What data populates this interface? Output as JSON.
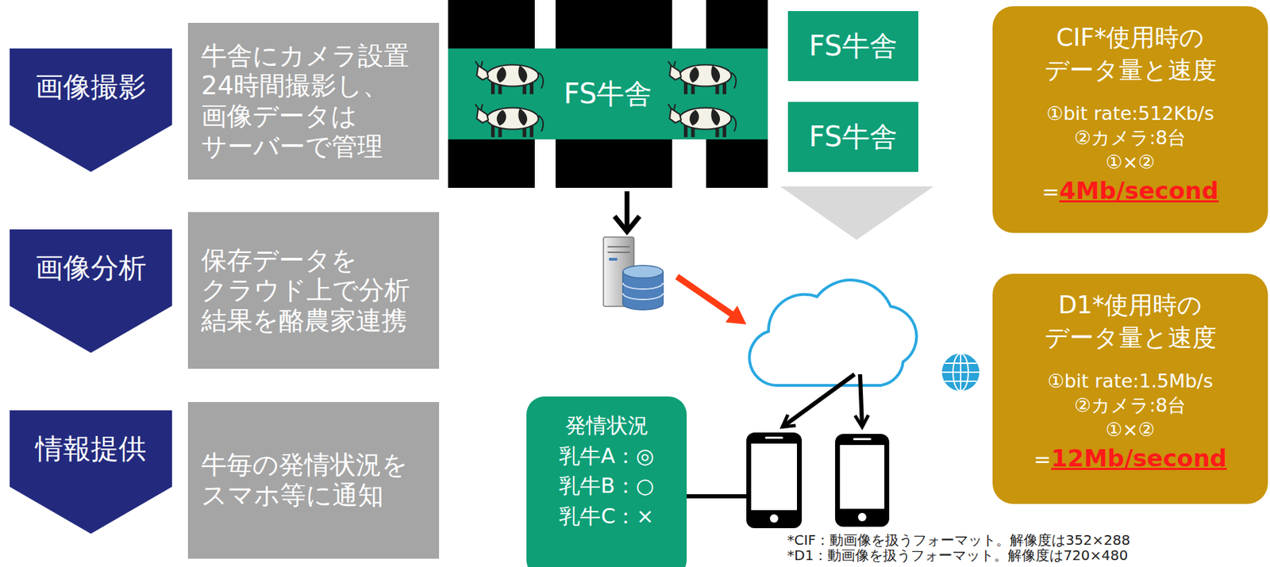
{
  "diagram": {
    "nodes": [
      {
        "text": [
          "画像撮影"
        ]
      },
      {
        "text": [
          "牛舎にカメラ設置 24時間撮影し、 画像データは サーバーで管理"
        ]
      },
      {
        "text": [
          "画像分析"
        ]
      },
      {
        "text": [
          "保存データを クラウド上で分析 結果を酪農家連携"
        ]
      },
      {
        "text": [
          "情報提供"
        ]
      },
      {
        "text": [
          "牛毎の発情状況を スマホ等に通知"
        ]
      },
      {
        "text": [
          "FS牛舎"
        ]
      },
      {
        "text": [
          "FS牛舎"
        ]
      },
      {
        "text": [
          "FS牛舎"
        ]
      },
      {
        "text": [
          "CIF*使用時の データ量と速度",
          "①bit rate:512Kb/s",
          "②カメラ:8台",
          "①×②",
          "=",
          "4Mb/second"
        ]
      },
      {
        "text": [
          "D1*使用時の データ量と速度",
          "①bit rate:1.5Mb/s",
          "②カメラ:8台",
          "①×②",
          "=",
          "12Mb/second"
        ]
      },
      {
        "text": [
          "発情状況",
          "乳牛A：◎",
          "乳牛B：○",
          "乳牛C：×"
        ]
      }
    ],
    "labels": [
      "*CIF：動画像を扱うフォーマット。解像度は352×288",
      "*D1：動画像を扱うフォーマット。解像度は720×480"
    ]
  }
}
